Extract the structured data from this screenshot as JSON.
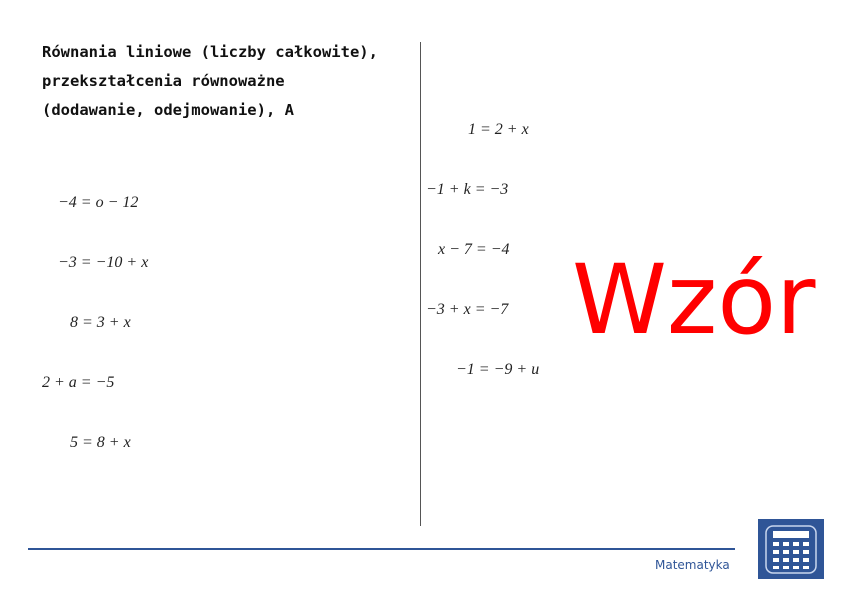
{
  "title_lines": [
    "Równania liniowe (liczby całkowite),",
    "przekształcenia równoważne",
    "(dodawanie, odejmowanie), A"
  ],
  "left_equations": [
    "−4 = o − 12",
    "−3 = −10 + x",
    "8 = 3 + x",
    "2 + a = −5",
    "5 = 8 + x"
  ],
  "right_equations": [
    "1 = 2 + x",
    "−1 + k = −3",
    "x − 7 = −4",
    "−3 + x = −7",
    "−1 = −9 + u"
  ],
  "watermark": "Wzór",
  "footer": {
    "subject": "Matematyka",
    "icon": "calculator-icon",
    "color": "#2f5597"
  },
  "watermark_color": "#ff0000"
}
